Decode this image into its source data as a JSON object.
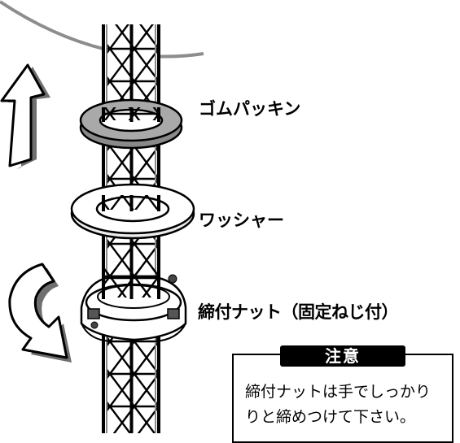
{
  "labels": {
    "packing": "ゴムパッキン",
    "washer": "ワッシャー",
    "nut": "締付ナット（固定ねじ付）"
  },
  "caution": {
    "title": "注意",
    "line1": "締付ナットは手でしっかり",
    "line2": "りと締めつけて下さい。"
  },
  "colors": {
    "line": "#000000",
    "packing_fill": "#a9a9a9",
    "washer_fill": "#ffffff",
    "arrow_fill": "#ffffff",
    "arrow_shadow": "#6f6f6f",
    "mast_edge": "#8a8a8a",
    "caution_title_bg": "#000000"
  },
  "icons": {
    "up_arrow": "up-arrow-icon",
    "tighten_arrow": "curved-rotation-arrow-icon"
  }
}
